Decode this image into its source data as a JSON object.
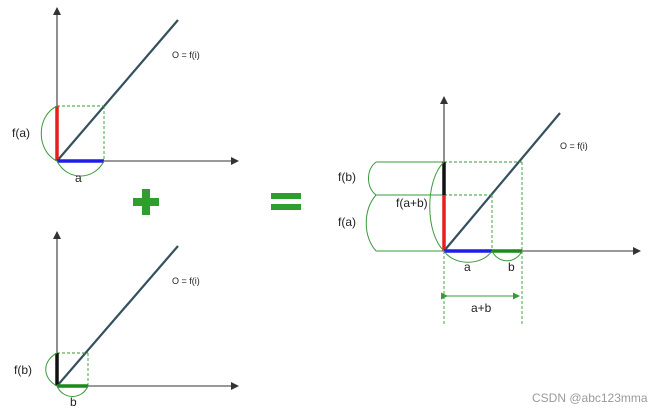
{
  "colors": {
    "seg_a": "#1e1ee6",
    "seg_b": "#1a8a1a",
    "seg_fa": "#e61e1e",
    "seg_fb": "#111111",
    "diag": "#34505e",
    "dash": "#2f9e2f",
    "plus": "#2f9e2f",
    "equals": "#2f9e2f"
  },
  "labels": {
    "top_left": {
      "fn": "O = f(i)",
      "fa": "f(a)",
      "a": "a"
    },
    "bottom_left": {
      "fn": "O = f(i)",
      "fb": "f(b)",
      "b": "b"
    },
    "right": {
      "fn": "O = f(i)",
      "fb": "f(b)",
      "fa": "f(a)",
      "fab": "f(a+b)",
      "a": "a",
      "b": "b",
      "apb": "a+b"
    }
  },
  "operators": {
    "plus": "+",
    "equals": "="
  },
  "watermark": "CSDN @abc123mma"
}
